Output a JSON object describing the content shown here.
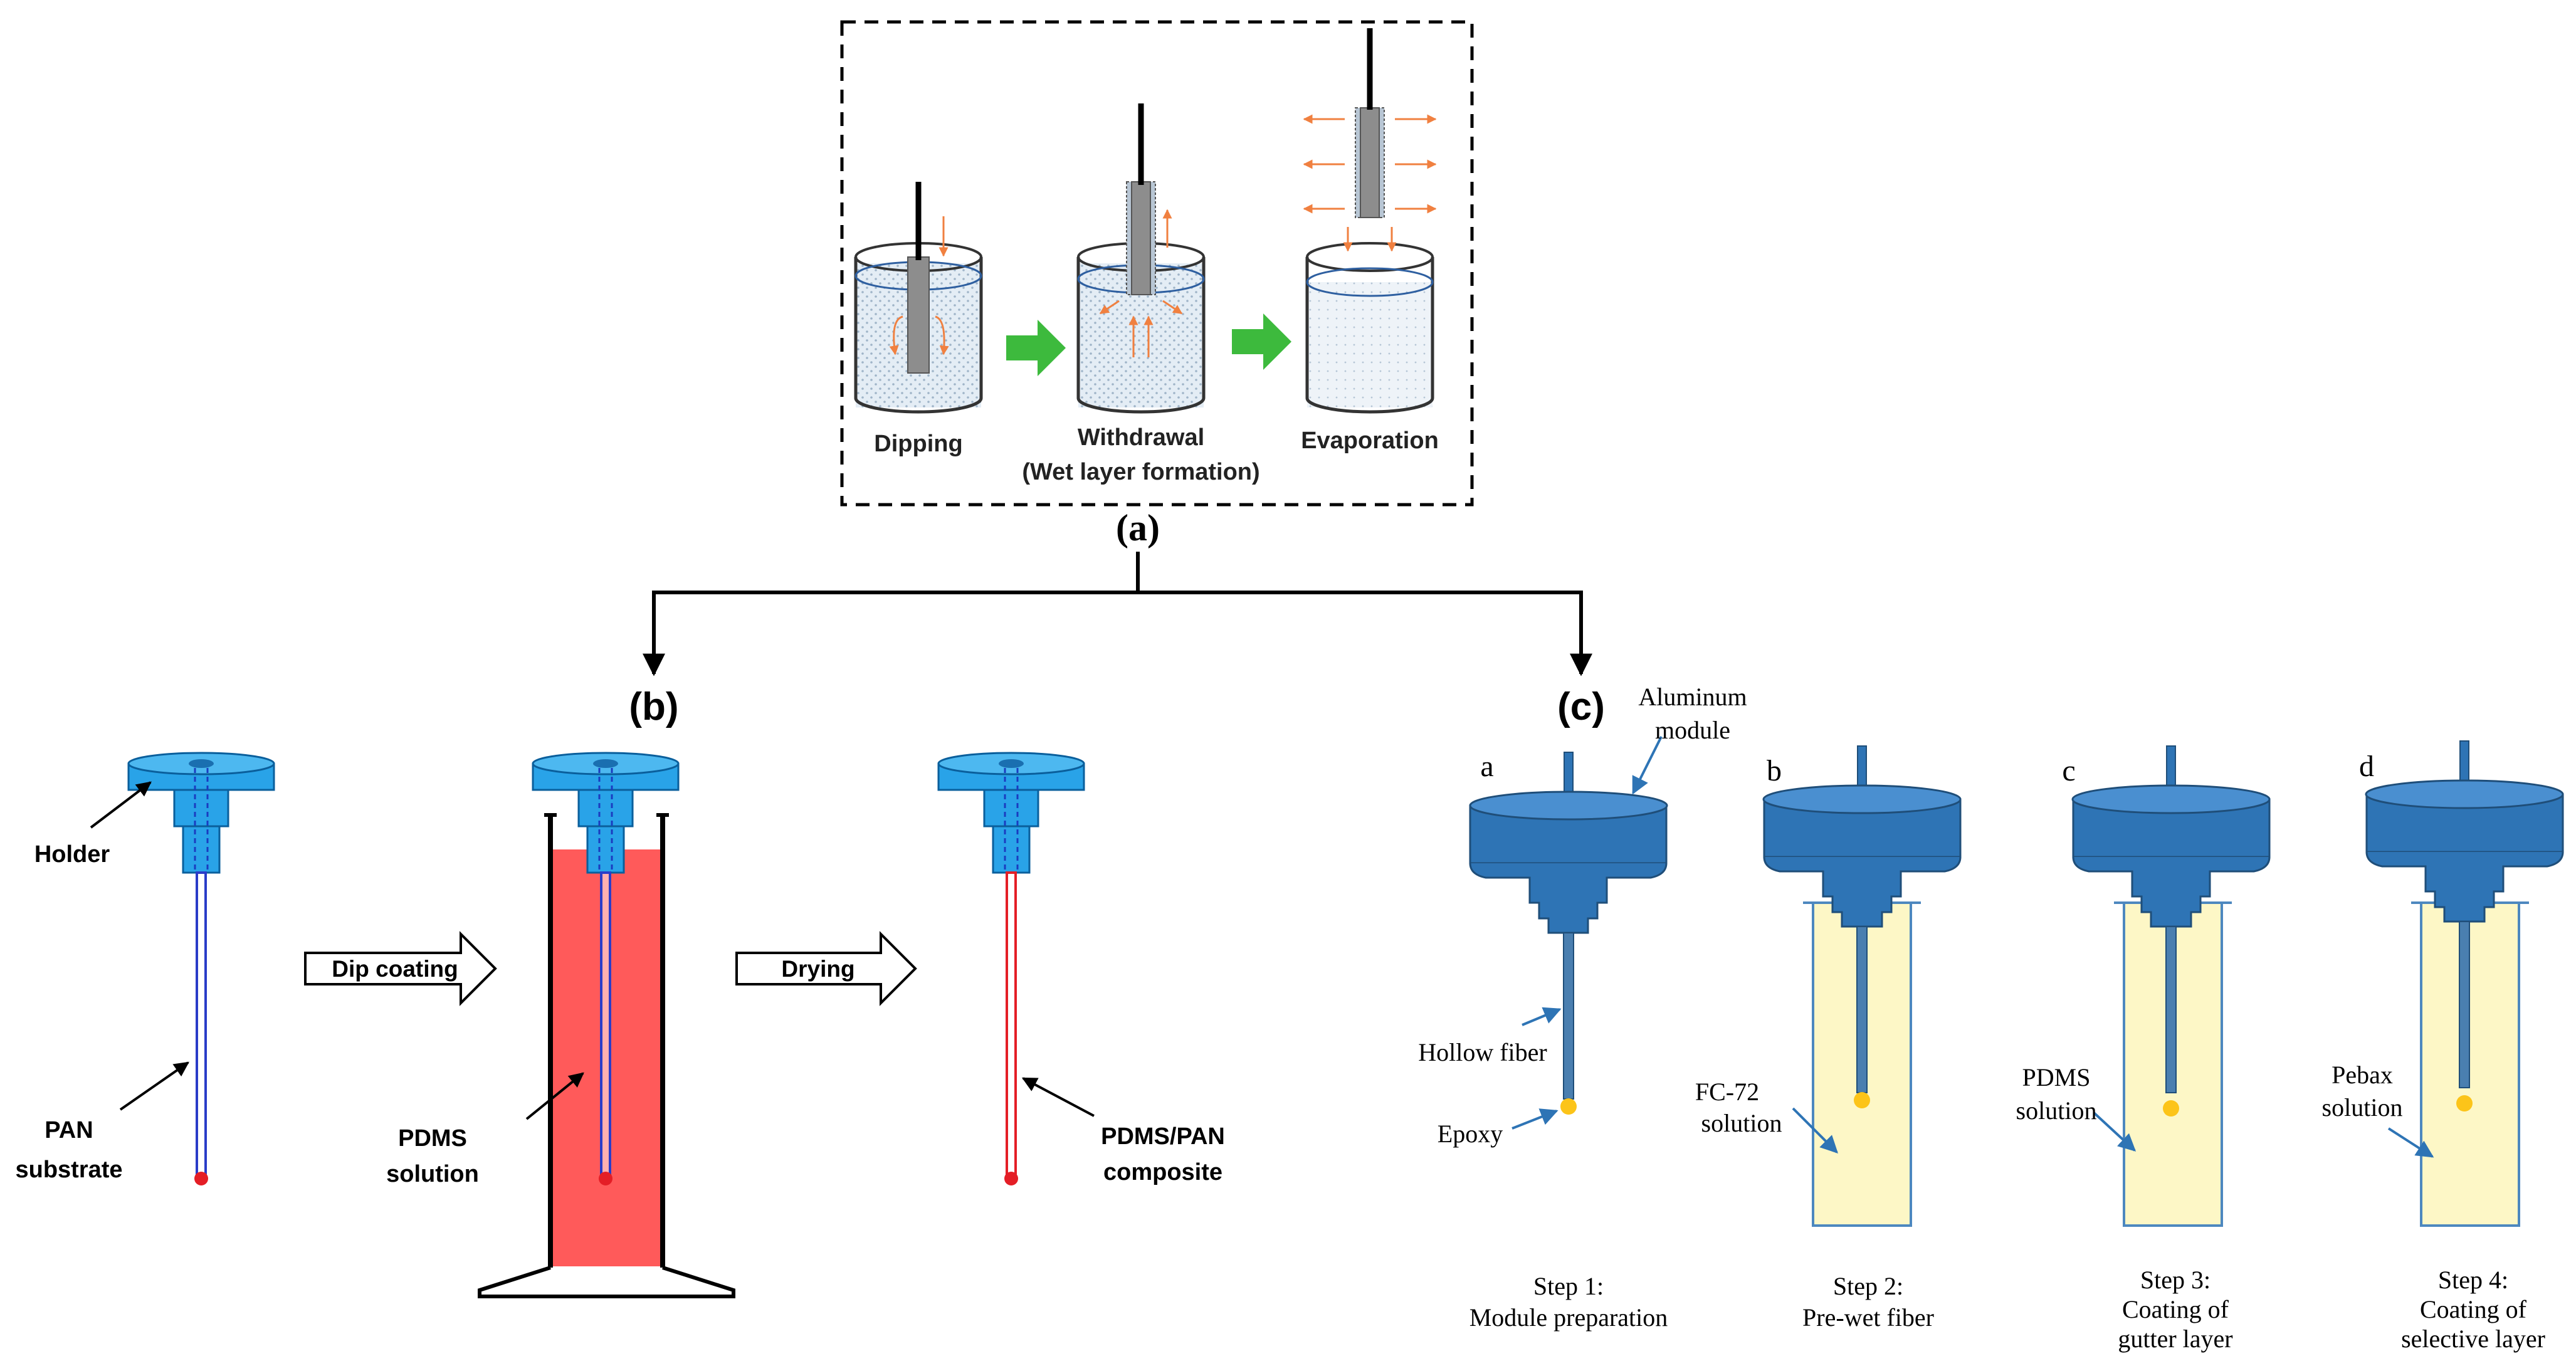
{
  "panel_a": {
    "label": "(a)",
    "steps": [
      {
        "line1": "Dipping",
        "line2": ""
      },
      {
        "line1": "Withdrawal",
        "line2": "(Wet layer formation)"
      },
      {
        "line1": "Evaporation",
        "line2": ""
      }
    ]
  },
  "panel_b": {
    "label": "(b)",
    "holder": "Holder",
    "pan_line1": "PAN",
    "pan_line2": "substrate",
    "dip_coating": "Dip coating",
    "drying": "Drying",
    "pdms_line1": "PDMS",
    "pdms_line2": "solution",
    "composite_line1": "PDMS/PAN",
    "composite_line2": "composite"
  },
  "panel_c": {
    "label": "(c)",
    "aluminum_line1": "Aluminum",
    "aluminum_line2": "module",
    "hollow_fiber": "Hollow fiber",
    "epoxy": "Epoxy",
    "modules": [
      {
        "letter": "a",
        "sol_line1": "",
        "sol_line2": "",
        "step_line1": "Step 1:",
        "step_line2": "Module preparation",
        "step_line3": ""
      },
      {
        "letter": "b",
        "sol_line1": "FC-72",
        "sol_line2": "solution",
        "step_line1": "Step 2:",
        "step_line2": "Pre-wet fiber",
        "step_line3": ""
      },
      {
        "letter": "c",
        "sol_line1": "PDMS",
        "sol_line2": "solution",
        "step_line1": "Step 3:",
        "step_line2": "Coating of",
        "step_line3": "gutter layer"
      },
      {
        "letter": "d",
        "sol_line1": "Pebax",
        "sol_line2": "solution",
        "step_line1": "Step 4:",
        "step_line2": "Coating of",
        "step_line3": "selective layer"
      }
    ]
  },
  "colors": {
    "holder_blue": "#29a3e8",
    "module_blue": "#2e74b5",
    "pdms_red": "#ff5a5a",
    "solution_yellow": "#fdf7c6",
    "arrow_green": "#3dba3d",
    "evap_orange": "#f08040"
  }
}
